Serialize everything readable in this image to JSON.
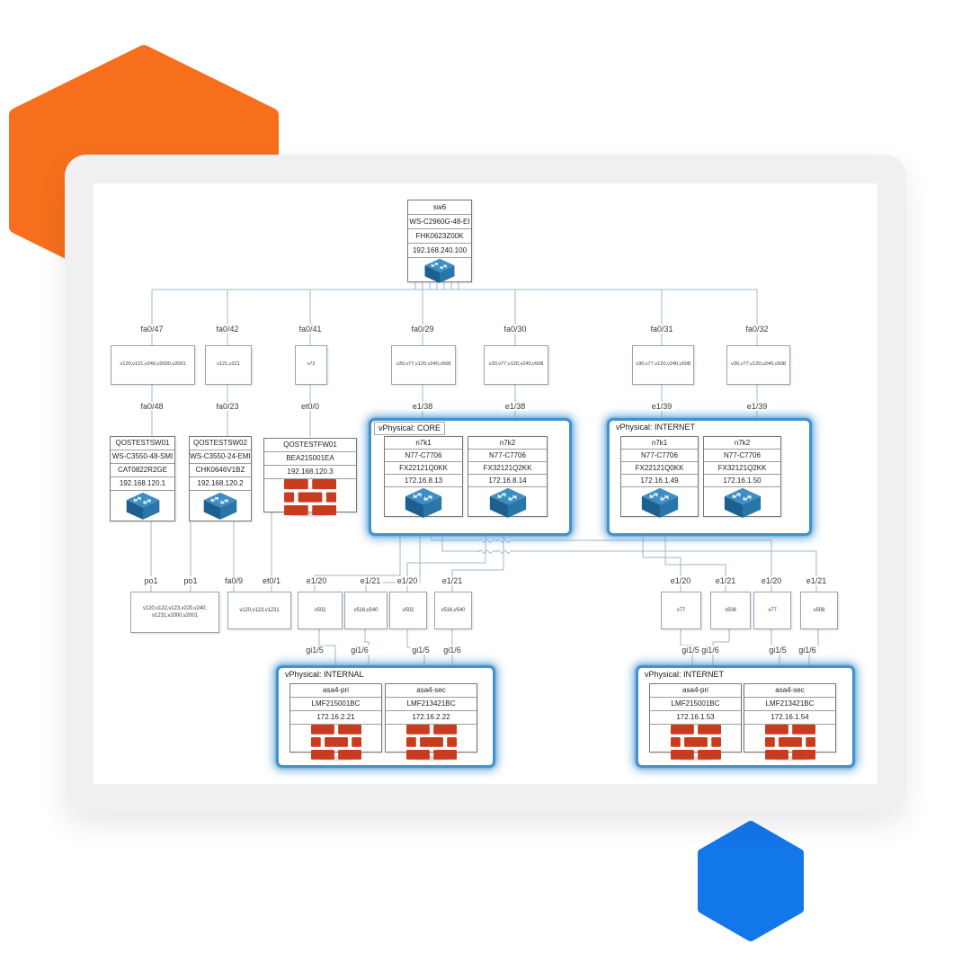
{
  "colors": {
    "orange_hexagon": "#f76f1c",
    "blue_hexagon": "#1277e8",
    "group_border": "#4492cc",
    "wire": "#9db8ca"
  },
  "root_device": {
    "rows": [
      "sw6",
      "WS-C2960G-48-EI",
      "FHK0623Z00K",
      "192.168.240.100"
    ],
    "icon": "switch"
  },
  "tier1_ports": [
    "fa0/47",
    "fa0/42",
    "fa0/41",
    "fa0/29",
    "fa0/30",
    "fa0/31",
    "fa0/32"
  ],
  "tier1_vlans": [
    "v120,v121,v240,v2000,v2001",
    "v121,v221",
    "v72",
    "v30,v77,v120,v240,v508",
    "v30,v77,v120,v240,v508",
    "v30,v77,v120,v240,v508",
    "v30,v77,v120,v240,v508"
  ],
  "tier2_ports": [
    "fa0/48",
    "fa0/23",
    "et0/0",
    "e1/38",
    "e1/38",
    "e1/39",
    "e1/39"
  ],
  "devices": [
    {
      "rows": [
        "QOSTESTSW01",
        "WS-C3550-48-SMI",
        "CAT0822R2GE",
        "192.168.120.1"
      ],
      "icon": "switch"
    },
    {
      "rows": [
        "QOSTESTSW02",
        "WS-C3550-24-EMI",
        "CHK0646V1BZ",
        "192.168.120.2"
      ],
      "icon": "switch"
    },
    {
      "rows": [
        "QOSTESTFW01",
        "BEA215001EA",
        "192.168.120.3"
      ],
      "icon": "firewall"
    }
  ],
  "groups": [
    {
      "title": "vPhysical: CORE",
      "devices": [
        {
          "rows": [
            "n7k1",
            "N77-C7706",
            "FX22121Q0KK",
            "172.16.8.13"
          ],
          "icon": "switch"
        },
        {
          "rows": [
            "n7k2",
            "N77-C7706",
            "FX32121Q2KK",
            "172.16.8.14"
          ],
          "icon": "switch"
        }
      ]
    },
    {
      "title": "vPhysical: INTERNET",
      "devices": [
        {
          "rows": [
            "n7k1",
            "N77-C7706",
            "FX22121Q0KK",
            "172.16.1.49"
          ],
          "icon": "switch"
        },
        {
          "rows": [
            "n7k2",
            "N77-C7706",
            "FX32121Q2KK",
            "172.16.1.50"
          ],
          "icon": "switch"
        }
      ]
    },
    {
      "title": "vPhysical: INTERNAL",
      "devices": [
        {
          "rows": [
            "asa4-pri",
            "LMF215001BC",
            "172.16.2.21"
          ],
          "icon": "firewall"
        },
        {
          "rows": [
            "asa4-sec",
            "LMF213421BC",
            "172.16.2.22"
          ],
          "icon": "firewall"
        }
      ]
    },
    {
      "title": "vPhysical: INTERNET",
      "devices": [
        {
          "rows": [
            "asa4-pri",
            "LMF215001BC",
            "172.16.1.53"
          ],
          "icon": "firewall"
        },
        {
          "rows": [
            "asa4-sec",
            "LMF213421BC",
            "172.16.1.54"
          ],
          "icon": "firewall"
        }
      ]
    }
  ],
  "tier3_ports": [
    "po1",
    "po1",
    "fa0/9",
    "et0/1",
    "e1/20",
    "e1/21",
    "e1/20",
    "e1/21",
    "e1/20",
    "e1/21",
    "e1/20",
    "e1/21"
  ],
  "tier3_vlans": [
    "v120,v122,v123,v220,v240,\nv1231,v2000,v2001",
    "v120,v123,v1231",
    "v502",
    "v516,v540",
    "v502",
    "v516,v540",
    "v77",
    "v508",
    "v77",
    "v508"
  ],
  "tier4_ports": [
    "gi1/5",
    "gi1/6",
    "gi1/5",
    "gi1/6",
    "gi1/5",
    "gi1/6",
    "gi1/5",
    "gi1/6"
  ]
}
